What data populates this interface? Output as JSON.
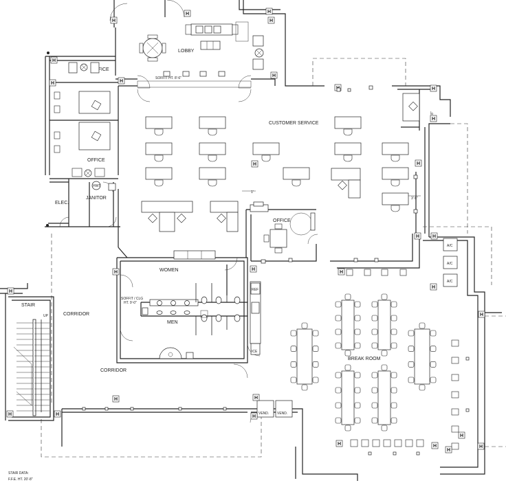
{
  "rooms": {
    "lobby": "LOBBY",
    "office_nw": "OFFICE",
    "office_w": "OFFICE",
    "office_center": "OFFICE",
    "janitor": "JANITOR",
    "elec": "ELEC.",
    "customer_service": "CUSTOMER SERVICE",
    "women": "WOMEN",
    "men": "MEN",
    "stair": "STAIR",
    "corridor_1": "CORRIDOR",
    "corridor_2": "CORRIDOR",
    "break_room": "BREAK ROOM"
  },
  "annotations": {
    "soffit_lobby": "SOFFIT HT. 8'-6\"",
    "soffit_clg_line1": "SOFFIT / CLG",
    "soffit_clg_line2": "HT. 9'-0\"",
    "dim_1": "1'",
    "dim_2": "3' 8\"",
    "dim_3": "6' 8\"",
    "up": "UP",
    "stair_data_title": "STAIR DATA:",
    "stair_data_line": "F.F.E. HT. 20'-8\"",
    "hwt": "HWT"
  },
  "equipment": {
    "ac_units": [
      "A/C",
      "A/C",
      "A/C"
    ],
    "vending": [
      "VEND.",
      "VEND."
    ],
    "ref": "REF",
    "ice": "ICE"
  },
  "hydrant_marker": "H"
}
